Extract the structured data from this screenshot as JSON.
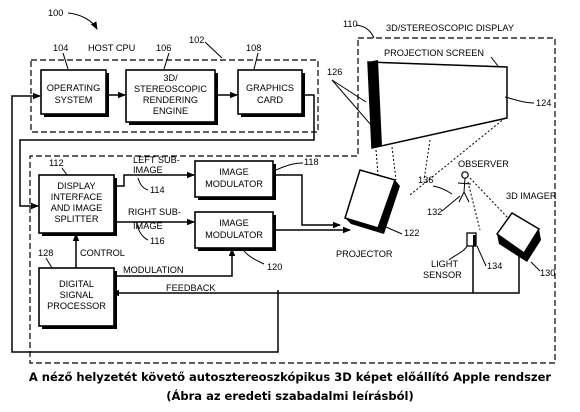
{
  "refs": {
    "r100": "100",
    "r102": "102",
    "r104": "104",
    "r106": "106",
    "r108": "108",
    "r110": "110",
    "r112": "112",
    "r114": "114",
    "r116": "116",
    "r118": "118",
    "r120": "120",
    "r122": "122",
    "r124": "124",
    "r126": "126",
    "r128": "128",
    "r130": "130",
    "r132": "132",
    "r134": "134",
    "r136": "136"
  },
  "labels": {
    "host_cpu": "HOST CPU",
    "display_title": "3D/STEREOSCOPIC DISPLAY",
    "projection_screen": "PROJECTION SCREEN",
    "observer": "OBSERVER",
    "imager": "3D IMAGER",
    "projector": "PROJECTOR",
    "light_sensor_1": "LIGHT",
    "light_sensor_2": "SENSOR",
    "left_sub_1": "LEFT SUB-",
    "left_sub_2": "IMAGE",
    "right_sub_1": "RIGHT SUB-",
    "right_sub_2": "IMAGE",
    "control": "CONTROL",
    "modulation": "MODULATION",
    "feedback": "FEEDBACK"
  },
  "boxes": {
    "os_1": "OPERATING",
    "os_2": "SYSTEM",
    "render_1": "3D/",
    "render_2": "STEREOSCOPIC",
    "render_3": "RENDERING",
    "render_4": "ENGINE",
    "gfx_1": "GRAPHICS",
    "gfx_2": "CARD",
    "dis_1": "DISPLAY",
    "dis_2": "INTERFACE",
    "dis_3": "AND IMAGE",
    "dis_4": "SPLITTER",
    "mod1_1": "IMAGE",
    "mod1_2": "MODULATOR",
    "mod2_1": "IMAGE",
    "mod2_2": "MODULATOR",
    "dsp_1": "DIGITAL",
    "dsp_2": "SIGNAL",
    "dsp_3": "PROCESSOR"
  },
  "caption": {
    "line1": "A néző helyzetét követő autosztereoszkópikus 3D képet előállító Apple rendszer",
    "line2": "(Ábra az eredeti szabadalmi leírásból)"
  }
}
